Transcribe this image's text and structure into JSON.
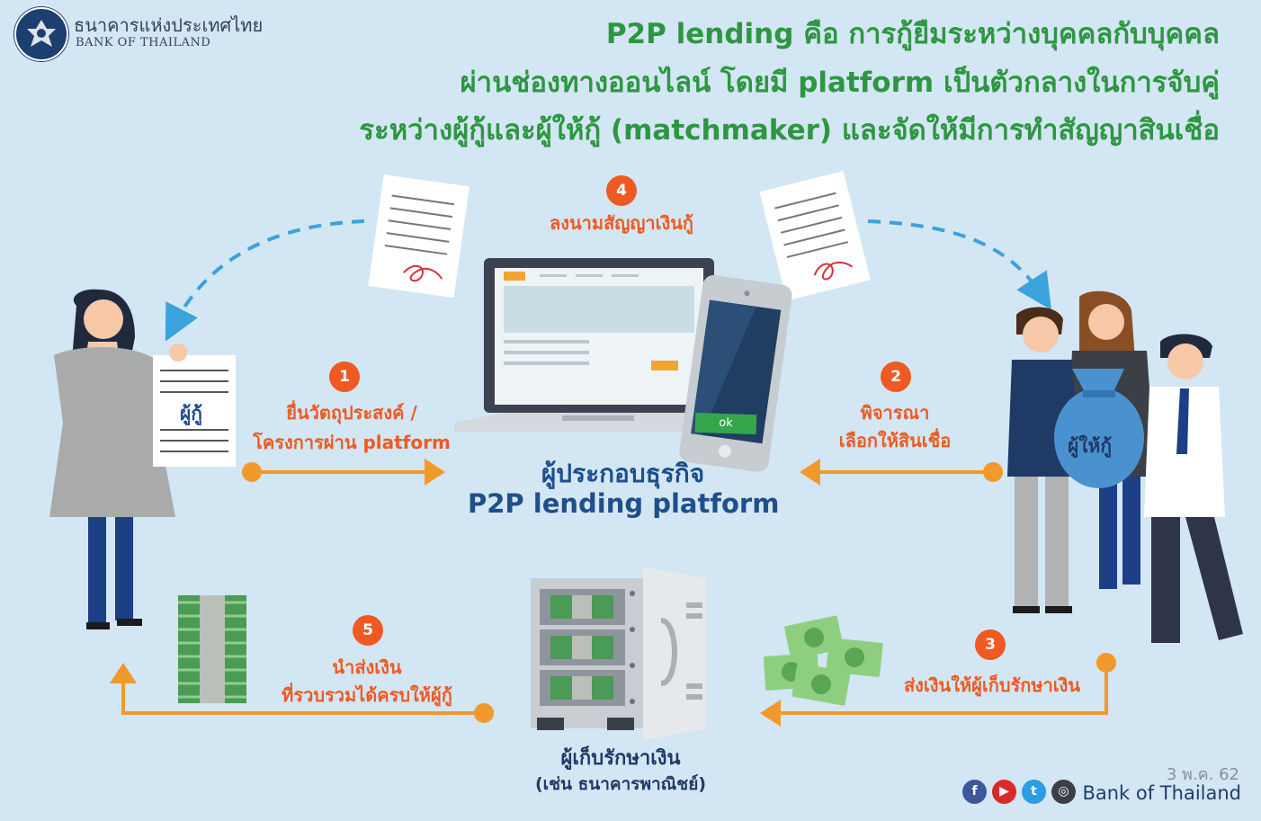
{
  "header": {
    "logo_th": "ธนาคารแห่งประเทศไทย",
    "logo_en": "BANK OF THAILAND",
    "headline_1": "P2P lending คือ การกู้ยืมระหว่างบุคคลกับบุคคล",
    "headline_2": "ผ่านช่องทางออนไลน์ โดยมี platform เป็นตัวกลางในการจับคู่",
    "headline_3": "ระหว่างผู้กู้และผู้ให้กู้ (matchmaker) และจัดให้มีการทำสัญญาสินเชื่อ"
  },
  "steps": [
    {
      "num": "1",
      "line1": "ยื่นวัตถุประสงค์ /",
      "line2": "โครงการผ่าน platform"
    },
    {
      "num": "2",
      "line1": "พิจารณา",
      "line2": "เลือกให้สินเชื่อ"
    },
    {
      "num": "3",
      "line1": "ส่งเงินให้ผู้เก็บรักษาเงิน"
    },
    {
      "num": "4",
      "line1": "ลงนามสัญญาเงินกู้"
    },
    {
      "num": "5",
      "line1": "นำส่งเงิน",
      "line2": "ที่รวบรวมได้ครบให้ผู้กู้"
    }
  ],
  "center": {
    "line1": "ผู้ประกอบธุรกิจ",
    "line2": "P2P lending platform",
    "phone_button": "ok"
  },
  "borrower": {
    "label": "ผู้กู้"
  },
  "lender": {
    "label": "ผู้ให้กู้"
  },
  "custodian": {
    "line1": "ผู้เก็บรักษาเงิน",
    "line2": "(เช่น ธนาคารพาณิชย์)"
  },
  "footer": {
    "date": "3 พ.ค. 62",
    "brand": "Bank of Thailand",
    "social_icons": [
      "facebook-icon",
      "youtube-icon",
      "twitter-icon",
      "website-icon"
    ]
  },
  "colors": {
    "background": "#d3e6f3",
    "headline": "#2e9642",
    "accent_orange": "#ee5a22",
    "arrow_orange": "#f2992c",
    "navy": "#1f4e8c",
    "dashed_arrow": "#3aa3dc"
  }
}
